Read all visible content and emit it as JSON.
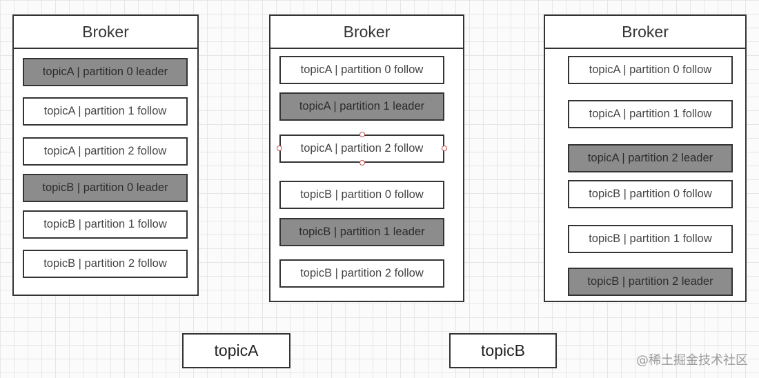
{
  "brokers": [
    {
      "title": "Broker",
      "partitions": [
        {
          "label": "topicA | partition 0 leader",
          "role": "leader"
        },
        {
          "label": "topicA | partition 1 follow",
          "role": "follow"
        },
        {
          "label": "topicA | partition 2 follow",
          "role": "follow"
        },
        {
          "label": "topicB | partition 0 leader",
          "role": "leader"
        },
        {
          "label": "topicB | partition 1 follow",
          "role": "follow"
        },
        {
          "label": "topicB | partition 2 follow",
          "role": "follow"
        }
      ]
    },
    {
      "title": "Broker",
      "partitions": [
        {
          "label": "topicA | partition 0 follow",
          "role": "follow"
        },
        {
          "label": "topicA | partition 1 leader",
          "role": "leader"
        },
        {
          "label": "topicA | partition 2 follow",
          "role": "follow",
          "selected": true
        },
        {
          "label": "topicB | partition 0 follow",
          "role": "follow"
        },
        {
          "label": "topicB | partition 1 leader",
          "role": "leader"
        },
        {
          "label": "topicB | partition 2 follow",
          "role": "follow"
        }
      ]
    },
    {
      "title": "Broker",
      "partitions": [
        {
          "label": "topicA | partition 0 follow",
          "role": "follow"
        },
        {
          "label": "topicA | partition 1 follow",
          "role": "follow"
        },
        {
          "label": "topicA | partition 2 leader",
          "role": "leader"
        },
        {
          "label": "topicB | partition 0 follow",
          "role": "follow"
        },
        {
          "label": "topicB | partition 1 follow",
          "role": "follow"
        },
        {
          "label": "topicB | partition 2 leader",
          "role": "leader"
        }
      ]
    }
  ],
  "topics": [
    "topicA",
    "topicB"
  ],
  "watermark": "@稀土掘金技术社区",
  "colors": {
    "leader_fill": "#8c8c8c",
    "follow_fill": "#ffffff",
    "border": "#333333",
    "selection_handle": "#c05050"
  }
}
